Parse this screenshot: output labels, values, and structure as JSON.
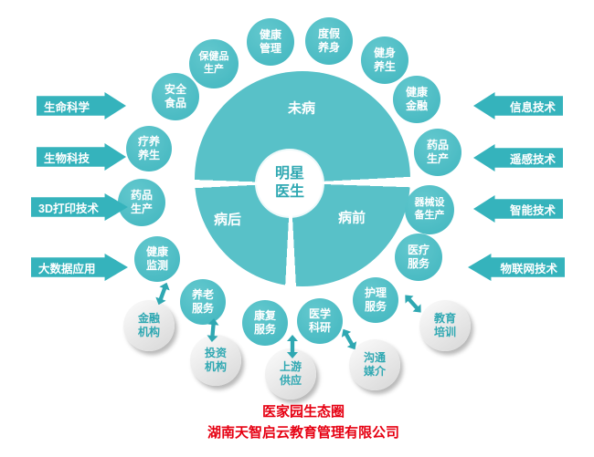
{
  "diagram": {
    "center": {
      "label": "明星\n医生"
    },
    "sectors": {
      "top": "未病",
      "bottom_left": "病后",
      "bottom_right": "病前"
    },
    "nodes": [
      {
        "label": "保健品\n生产"
      },
      {
        "label": "健康\n管理"
      },
      {
        "label": "度假\n养身"
      },
      {
        "label": "健身\n养生"
      },
      {
        "label": "健康\n金融"
      },
      {
        "label": "安全\n食品"
      },
      {
        "label": "疗养\n养生"
      },
      {
        "label": "药品\n生产"
      },
      {
        "label": "健康\n监测"
      },
      {
        "label": "养老\n服务"
      },
      {
        "label": "康复\n服务"
      },
      {
        "label": "医学\n科研"
      },
      {
        "label": "护理\n服务"
      },
      {
        "label": "医疗\n服务"
      },
      {
        "label": "器械设\n备生产"
      },
      {
        "label": "药品\n生产"
      }
    ],
    "partners": [
      {
        "label": "金融\n机构"
      },
      {
        "label": "投资\n机构"
      },
      {
        "label": "上游\n供应"
      },
      {
        "label": "沟通\n媒介"
      },
      {
        "label": "教育\n培训"
      }
    ],
    "left_arrows": [
      {
        "label": "生命科学"
      },
      {
        "label": "生物科技"
      },
      {
        "label": "3D打印技术"
      },
      {
        "label": "大数据应用"
      }
    ],
    "right_arrows": [
      {
        "label": "信息技术"
      },
      {
        "label": "遥感技术"
      },
      {
        "label": "智能技术"
      },
      {
        "label": "物联网技术"
      }
    ],
    "footer": {
      "line1": "医家园生态圈",
      "line2": "湖南天智启云教育管理有限公司"
    },
    "colors": {
      "teal": "#45b8c1",
      "teal_dark": "#2fa8b2",
      "red": "#e60012"
    }
  }
}
